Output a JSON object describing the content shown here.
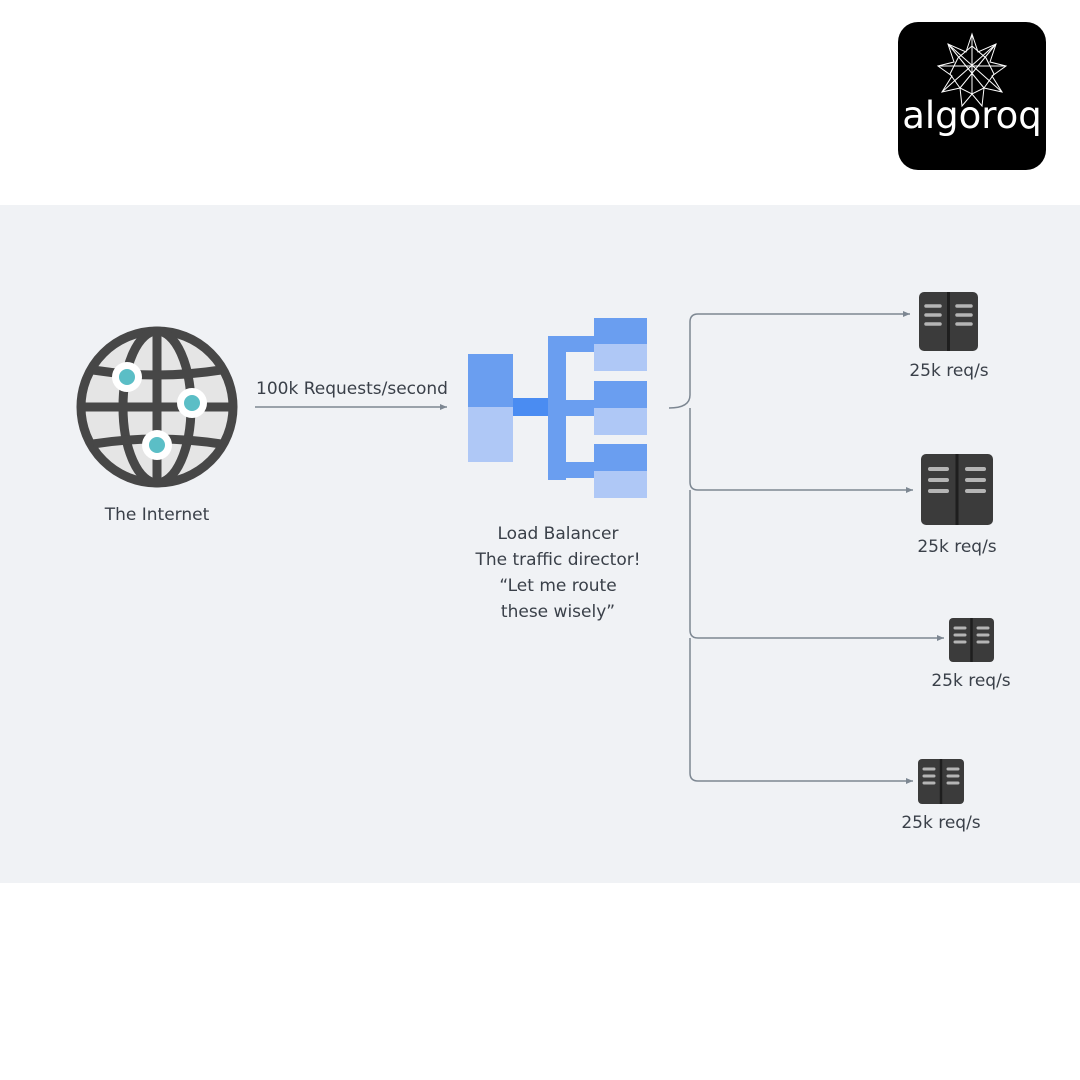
{
  "brand": {
    "logo_text": "algoroq"
  },
  "internet": {
    "label": "The Internet",
    "icon": "globe-icon",
    "dot_color": "#5bbec6"
  },
  "request_flow": {
    "label": "100k Requests/second"
  },
  "load_balancer": {
    "icon": "load-balancer-icon",
    "lines": [
      "Load Balancer",
      "The traffic director!",
      "“Let me route",
      "these wisely”"
    ],
    "colors": {
      "primary": "#6a9ef0",
      "light": "#afc8f6",
      "link": "#4a8cf2"
    }
  },
  "servers": [
    {
      "label": "25k req/s",
      "icon": "server-icon"
    },
    {
      "label": "25k req/s",
      "icon": "server-icon"
    },
    {
      "label": "25k req/s",
      "icon": "server-icon"
    },
    {
      "label": "25k req/s",
      "icon": "server-icon"
    }
  ],
  "colors": {
    "panel": "#f0f2f5",
    "connector": "#7d8792",
    "server": "#3b3b3b"
  }
}
